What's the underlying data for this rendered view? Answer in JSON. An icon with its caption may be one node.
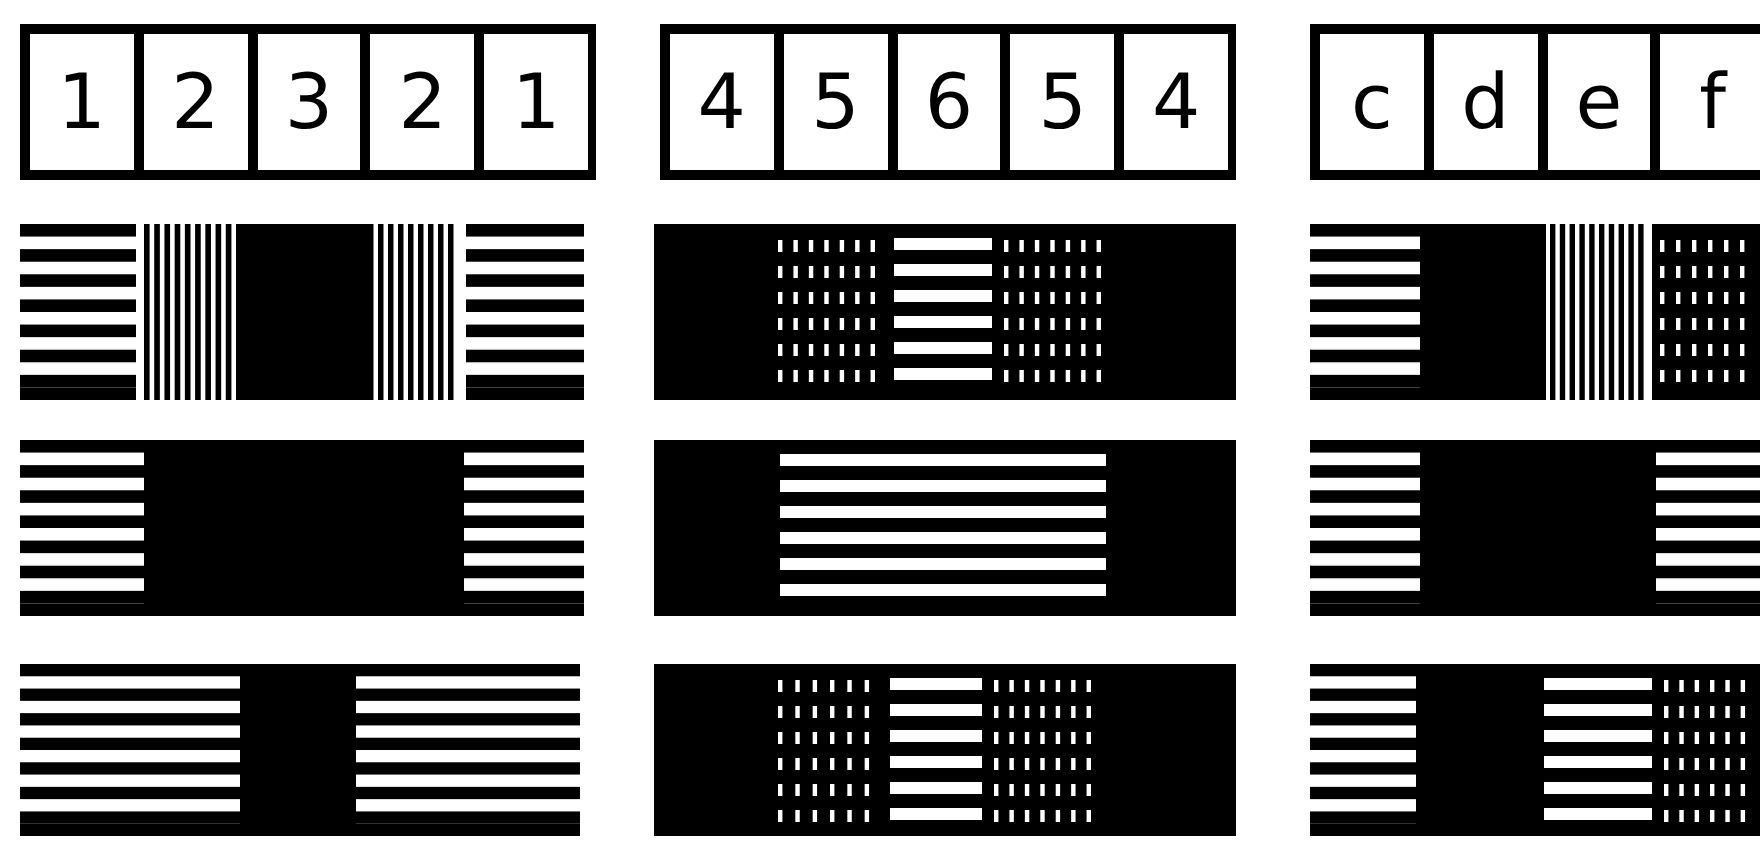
{
  "diagram": {
    "nodes": [
      {
        "text": [
          "1"
        ]
      },
      {
        "text": [
          "2"
        ]
      },
      {
        "text": [
          "3"
        ]
      },
      {
        "text": [
          "2"
        ]
      },
      {
        "text": [
          "1"
        ]
      },
      {
        "text": [
          "4"
        ]
      },
      {
        "text": [
          "5"
        ]
      },
      {
        "text": [
          "6"
        ]
      },
      {
        "text": [
          "5"
        ]
      },
      {
        "text": [
          "4"
        ]
      },
      {
        "text": [
          "c"
        ]
      },
      {
        "text": [
          "d"
        ]
      },
      {
        "text": [
          "e"
        ]
      },
      {
        "text": [
          "f"
        ]
      }
    ]
  }
}
